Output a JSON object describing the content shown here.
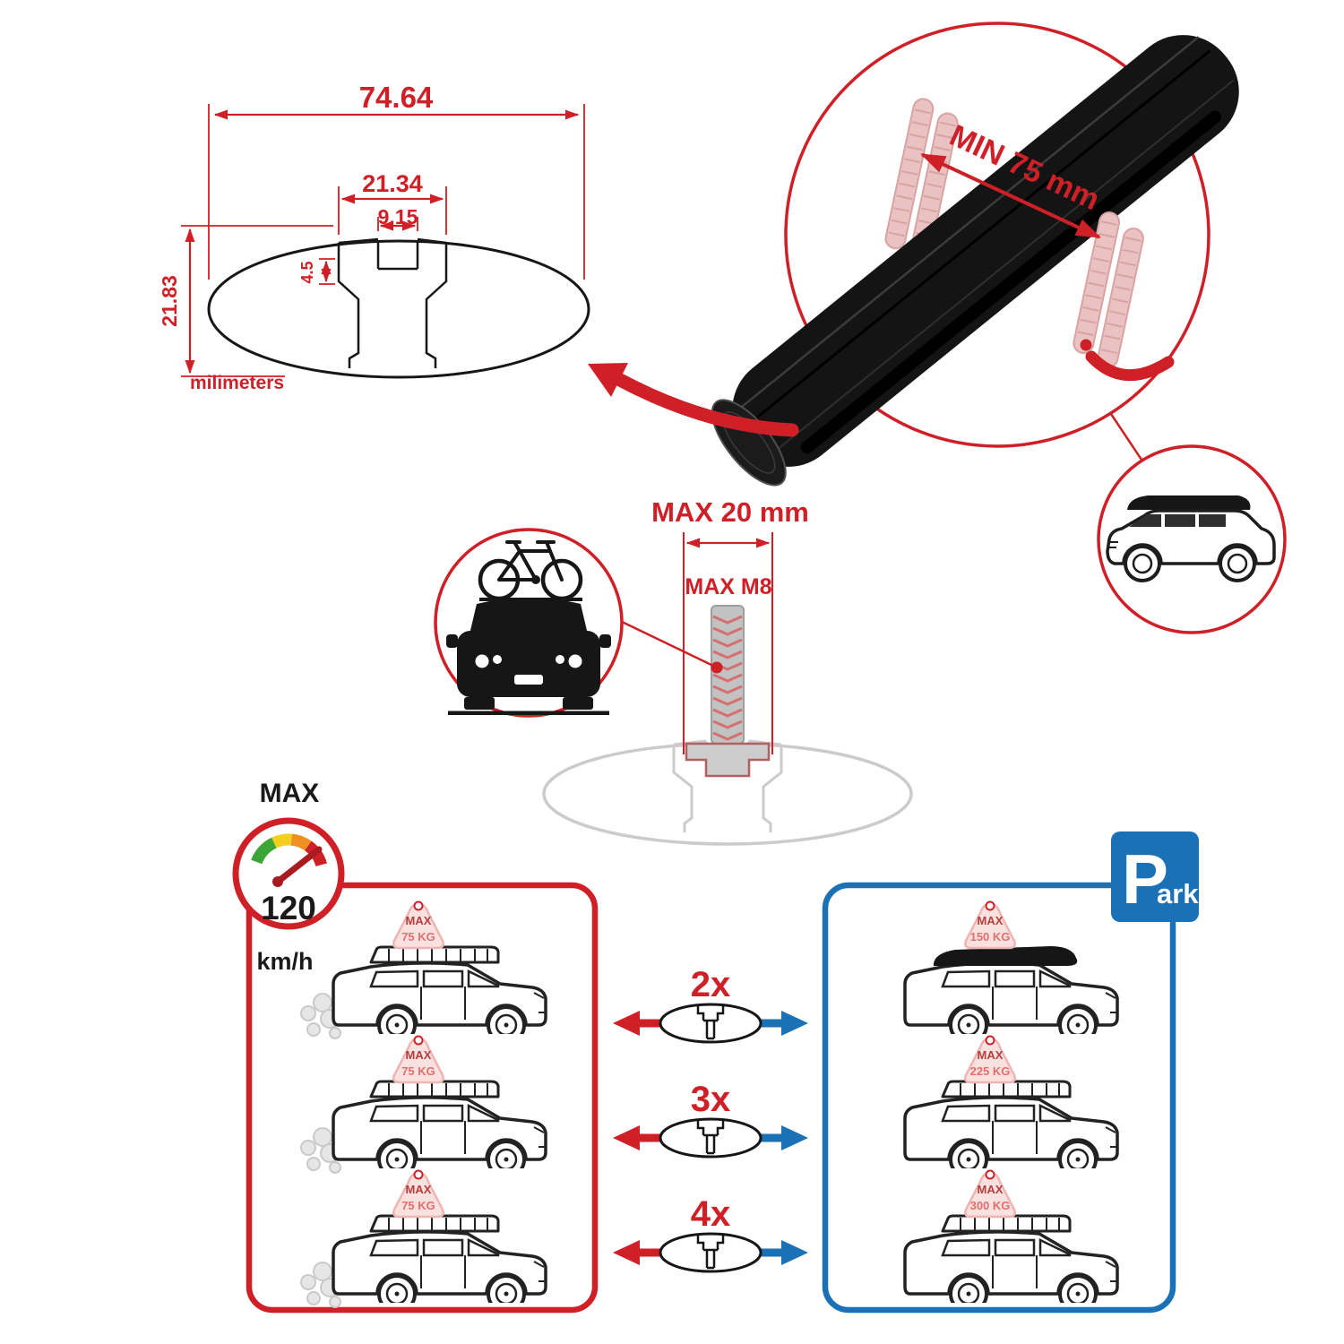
{
  "colors": {
    "accent_red": "#cf2027",
    "accent_blue": "#1a71b5",
    "tag_pink": "#f9e1e0",
    "bar_black": "#141414",
    "drawing_grey": "#cbcbcb"
  },
  "tech_drawing": {
    "dim_width": "74.64",
    "dim_slot_outer": "21.34",
    "dim_slot_inner": "9.15",
    "dim_lip_depth": "4.5",
    "dim_height": "21.83",
    "units_label": "milimeters"
  },
  "bar_zoom": {
    "min_span": "MIN 75 mm"
  },
  "bolt": {
    "max_width": "MAX 20 mm",
    "max_thread": "MAX M8"
  },
  "speed_gauge": {
    "title": "MAX",
    "value": "120",
    "units": "km/h"
  },
  "park": {
    "big_letter": "P",
    "rest": "ark"
  },
  "driving": {
    "loads": [
      {
        "label": "MAX",
        "value": "75 KG"
      },
      {
        "label": "MAX",
        "value": "75 KG"
      },
      {
        "label": "MAX",
        "value": "75 KG"
      }
    ]
  },
  "bar_options": [
    {
      "count": "2x"
    },
    {
      "count": "3x"
    },
    {
      "count": "4x"
    }
  ],
  "parked": {
    "loads": [
      {
        "label": "MAX",
        "value": "150 KG"
      },
      {
        "label": "MAX",
        "value": "225 KG"
      },
      {
        "label": "MAX",
        "value": "300 KG"
      }
    ]
  }
}
